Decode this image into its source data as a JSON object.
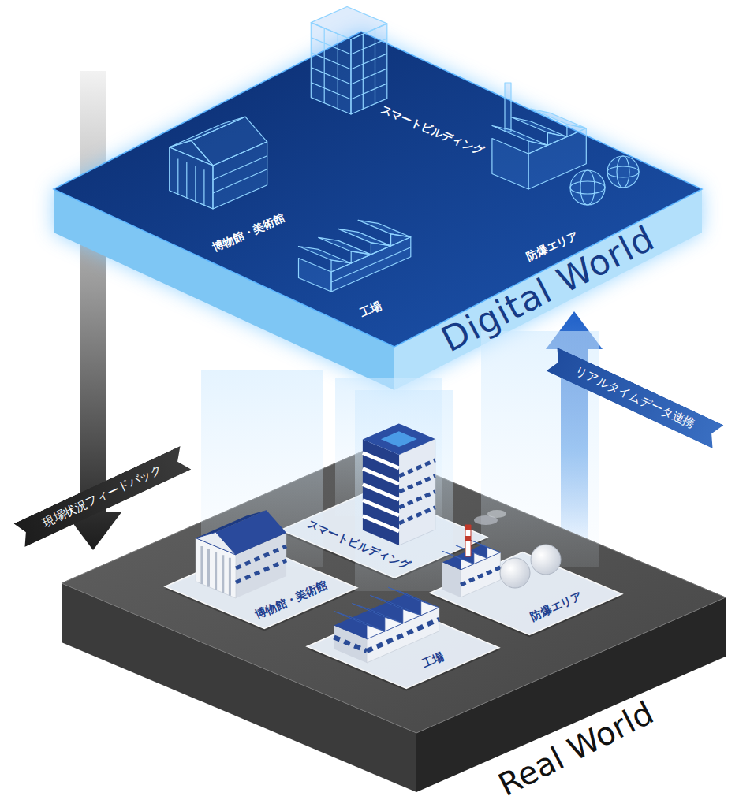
{
  "diagram": {
    "nodes": [
      {
        "text": [
          "Digital World"
        ]
      },
      {
        "text": [
          "Real World"
        ]
      },
      {
        "text": [
          "スマートビルディング"
        ],
        "in": 1
      },
      {
        "text": [
          "博物館・美術館"
        ],
        "in": 1
      },
      {
        "text": [
          "防爆エリア"
        ],
        "in": 1
      },
      {
        "text": [
          "工場"
        ],
        "in": 1
      }
    ],
    "edges": [
      {
        "from": 0,
        "to": 1,
        "arrow": "to",
        "label": "現場状況フィードバック"
      },
      {
        "from": 1,
        "to": 0,
        "arrow": "to",
        "label": "リアルタイムデータ連携"
      }
    ],
    "labels": [
      "博物館・美術館",
      "スマートビルディング",
      "防爆エリア",
      "工場"
    ]
  }
}
